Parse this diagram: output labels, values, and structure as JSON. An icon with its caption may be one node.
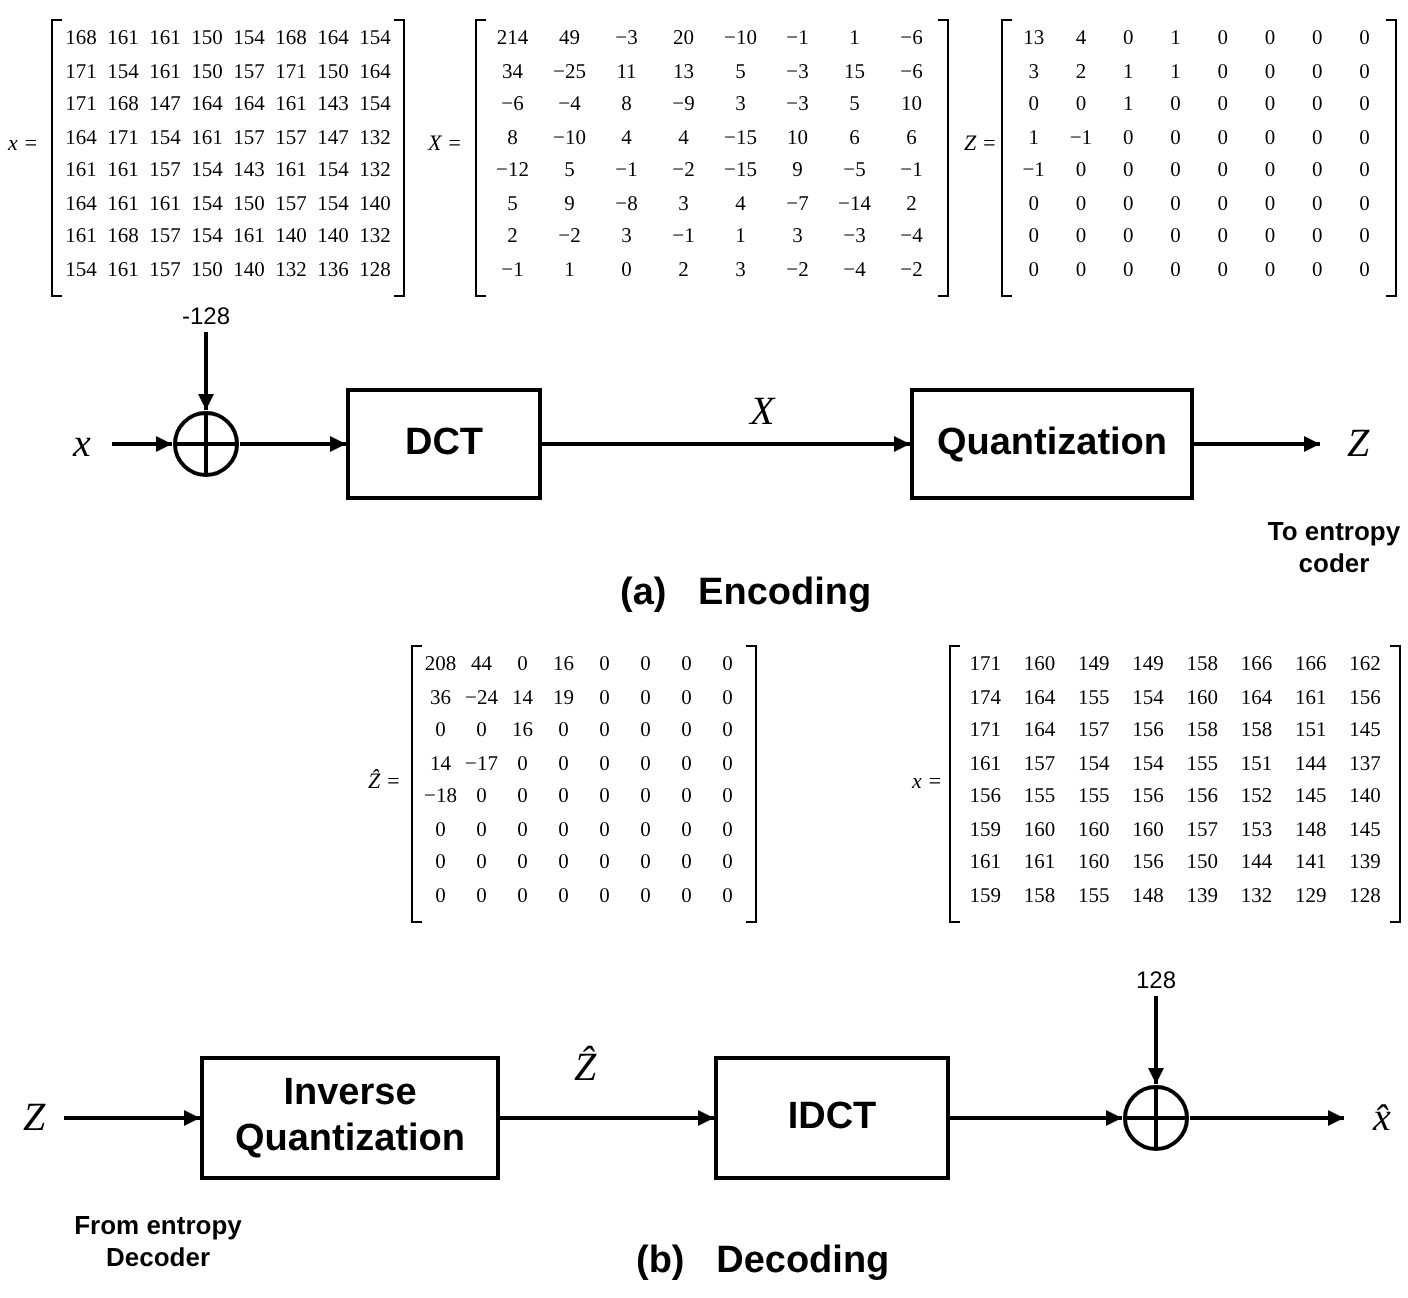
{
  "diagram": {
    "nodes": [
      {
        "text": [
          "x"
        ]
      },
      {
        "text": [
          "-128"
        ]
      },
      {
        "text": [],
        "shape": "circle"
      },
      {
        "text": [
          "DCT"
        ]
      },
      {
        "text": [
          "Quantization"
        ]
      },
      {
        "text": [
          "Z"
        ],
        "beside": [
          "To entropy coder"
        ]
      },
      {
        "text": [
          "Z"
        ]
      },
      {
        "text": [
          "Inverse Quantization"
        ]
      },
      {
        "text": [
          "IDCT"
        ]
      },
      {
        "text": [
          "128"
        ]
      },
      {
        "text": [],
        "shape": "circle"
      },
      {
        "text": [
          "x̂"
        ]
      }
    ],
    "edges": [
      {
        "from": 0,
        "to": 2,
        "arrow": "to"
      },
      {
        "from": 1,
        "to": 2,
        "arrow": "to"
      },
      {
        "from": 2,
        "to": 3,
        "arrow": "to"
      },
      {
        "from": 3,
        "to": 4,
        "arrow": "to",
        "label": "X"
      },
      {
        "from": 4,
        "to": 5,
        "arrow": "to"
      },
      {
        "from": 6,
        "to": 7,
        "arrow": "to"
      },
      {
        "from": 7,
        "to": 8,
        "arrow": "to",
        "label": "Ẑ"
      },
      {
        "from": 8,
        "to": 10,
        "arrow": "to"
      },
      {
        "from": 9,
        "to": 10,
        "arrow": "to"
      },
      {
        "from": 10,
        "to": 11,
        "arrow": "to"
      }
    ],
    "labels": [
      "x =",
      "168",
      "161",
      "161",
      "150",
      "154",
      "168",
      "164",
      "154",
      "171",
      "154",
      "161",
      "150",
      "157",
      "171",
      "150",
      "164",
      "171",
      "168",
      "147",
      "164",
      "164",
      "161",
      "143",
      "154",
      "164",
      "171",
      "154",
      "161",
      "157",
      "157",
      "147",
      "132",
      "161",
      "161",
      "157",
      "154",
      "143",
      "161",
      "154",
      "132",
      "164",
      "161",
      "161",
      "154",
      "150",
      "157",
      "154",
      "140",
      "161",
      "168",
      "157",
      "154",
      "161",
      "140",
      "140",
      "132",
      "154",
      "161",
      "157",
      "150",
      "140",
      "132",
      "136",
      "128",
      "X =",
      "214",
      "49",
      "−3",
      "20",
      "−10",
      "−1",
      "1",
      "−6",
      "34",
      "−25",
      "11",
      "13",
      "5",
      "−3",
      "15",
      "−6",
      "−6",
      "−4",
      "8",
      "−9",
      "3",
      "−3",
      "5",
      "10",
      "8",
      "−10",
      "4",
      "4",
      "−15",
      "10",
      "6",
      "6",
      "−12",
      "5",
      "−1",
      "−2",
      "−15",
      "9",
      "−5",
      "−1",
      "5",
      "9",
      "−8",
      "3",
      "4",
      "−7",
      "−14",
      "2",
      "2",
      "−2",
      "3",
      "−1",
      "1",
      "3",
      "−3",
      "−4",
      "−1",
      "1",
      "0",
      "2",
      "3",
      "−2",
      "−4",
      "−2",
      "Z =",
      "13",
      "4",
      "0",
      "1",
      "0",
      "0",
      "0",
      "0",
      "3",
      "2",
      "1",
      "1",
      "0",
      "0",
      "0",
      "0",
      "0",
      "0",
      "1",
      "0",
      "0",
      "0",
      "0",
      "0",
      "1",
      "−1",
      "0",
      "0",
      "0",
      "0",
      "0",
      "0",
      "−1",
      "0",
      "0",
      "0",
      "0",
      "0",
      "0",
      "0",
      "0",
      "0",
      "0",
      "0",
      "0",
      "0",
      "0",
      "0",
      "0",
      "0",
      "0",
      "0",
      "0",
      "0",
      "0",
      "0",
      "0",
      "0",
      "0",
      "0",
      "0",
      "0",
      "0",
      "0",
      "(a)   Encoding",
      "Ẑ =",
      "208",
      "44",
      "0",
      "16",
      "0",
      "0",
      "0",
      "0",
      "36",
      "−24",
      "14",
      "19",
      "0",
      "0",
      "0",
      "0",
      "0",
      "0",
      "16",
      "0",
      "0",
      "0",
      "0",
      "0",
      "14",
      "−17",
      "0",
      "0",
      "0",
      "0",
      "0",
      "0",
      "−18",
      "0",
      "0",
      "0",
      "0",
      "0",
      "0",
      "0",
      "0",
      "0",
      "0",
      "0",
      "0",
      "0",
      "0",
      "0",
      "0",
      "0",
      "0",
      "0",
      "0",
      "0",
      "0",
      "0",
      "0",
      "0",
      "0",
      "0",
      "0",
      "0",
      "0",
      "0",
      "x =",
      "171",
      "160",
      "149",
      "149",
      "158",
      "166",
      "166",
      "162",
      "174",
      "164",
      "155",
      "154",
      "160",
      "164",
      "161",
      "156",
      "171",
      "164",
      "157",
      "156",
      "158",
      "158",
      "151",
      "145",
      "161",
      "157",
      "154",
      "154",
      "155",
      "151",
      "144",
      "137",
      "156",
      "155",
      "155",
      "156",
      "156",
      "152",
      "145",
      "140",
      "159",
      "160",
      "160",
      "160",
      "157",
      "153",
      "148",
      "145",
      "161",
      "161",
      "160",
      "156",
      "150",
      "144",
      "141",
      "139",
      "159",
      "158",
      "155",
      "148",
      "139",
      "132",
      "129",
      "128",
      "From entropy Decoder",
      "(b)   Decoding"
    ]
  }
}
